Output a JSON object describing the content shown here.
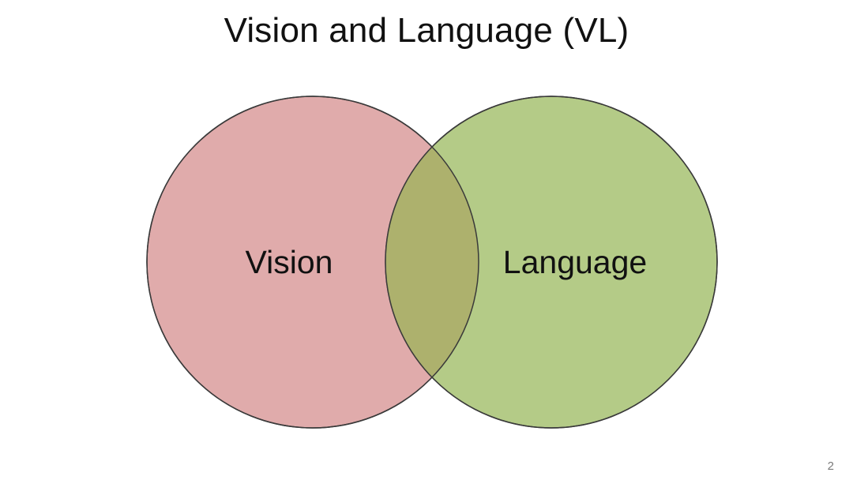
{
  "slide": {
    "title": "Vision and Language (VL)",
    "page_number": "2"
  },
  "venn": {
    "sets": [
      {
        "label": "Vision",
        "color": "#e0abab"
      },
      {
        "label": "Language",
        "color": "#b4cb87"
      }
    ],
    "overlap_color": "#adb16d",
    "stroke_color": "#3a3a3a"
  }
}
